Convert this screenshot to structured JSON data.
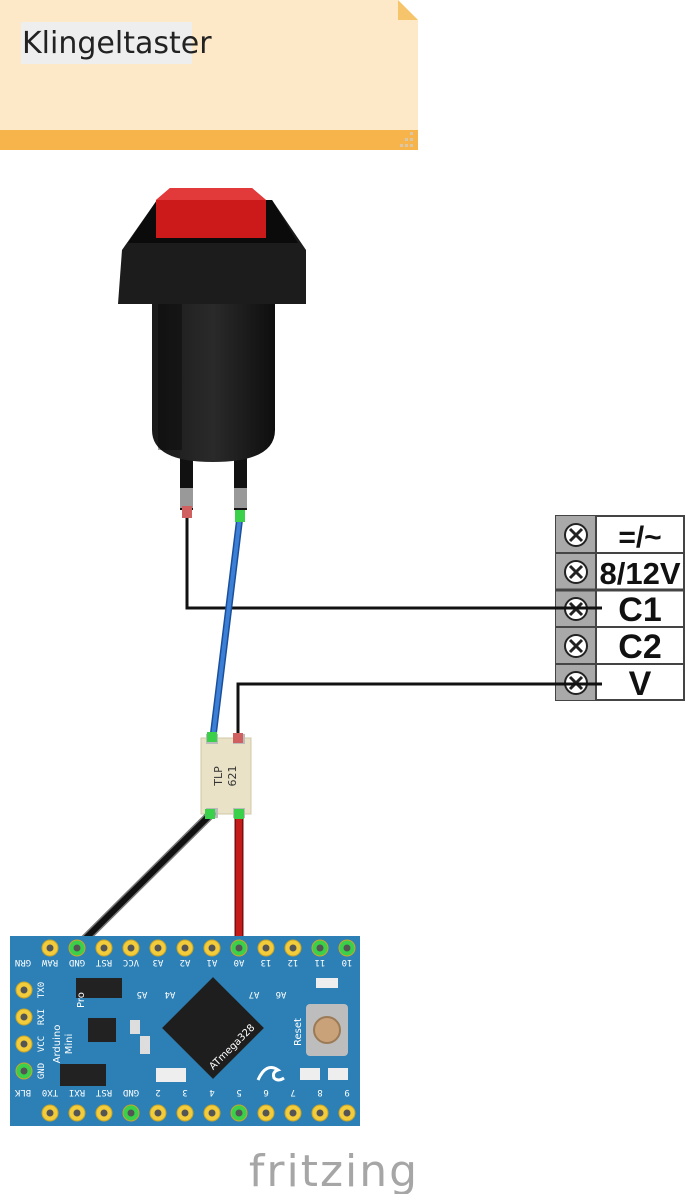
{
  "note": {
    "title": "Klingeltaster"
  },
  "terminal_block": {
    "labels": [
      "=/~",
      "8/12V",
      "C1",
      "C2",
      "V"
    ]
  },
  "optocoupler": {
    "label_line1": "TLP",
    "label_line2": "621"
  },
  "arduino": {
    "top_pins": [
      "GRN",
      "RAW",
      "GND",
      "RST",
      "VCC",
      "A3",
      "A2",
      "A1",
      "A0",
      "13",
      "12",
      "11",
      "10"
    ],
    "bottom_pins": [
      "BLK",
      "TX0",
      "RXI",
      "RST",
      "GND",
      "2",
      "3",
      "4",
      "5",
      "6",
      "7",
      "8",
      "9"
    ],
    "left_pins": [
      "TX0",
      "RXI",
      "VCC",
      "GND"
    ],
    "board_text": [
      "Arduino",
      "Mini",
      "Pro"
    ],
    "inner_labels": [
      "A5",
      "A4",
      "A7",
      "A6"
    ],
    "chip_label": "ATmega328",
    "reset_label": "Reset"
  },
  "brand": "fritzing",
  "colors": {
    "note_bg": "#fde9c8",
    "note_bar": "#f6b44b",
    "wire_blue": "#3b7fd6",
    "wire_red": "#c41b1b",
    "wire_black": "#111111",
    "board_blue": "#2c80b6",
    "pin_green": "#3ad04a",
    "button_red": "#cc1a1a"
  }
}
